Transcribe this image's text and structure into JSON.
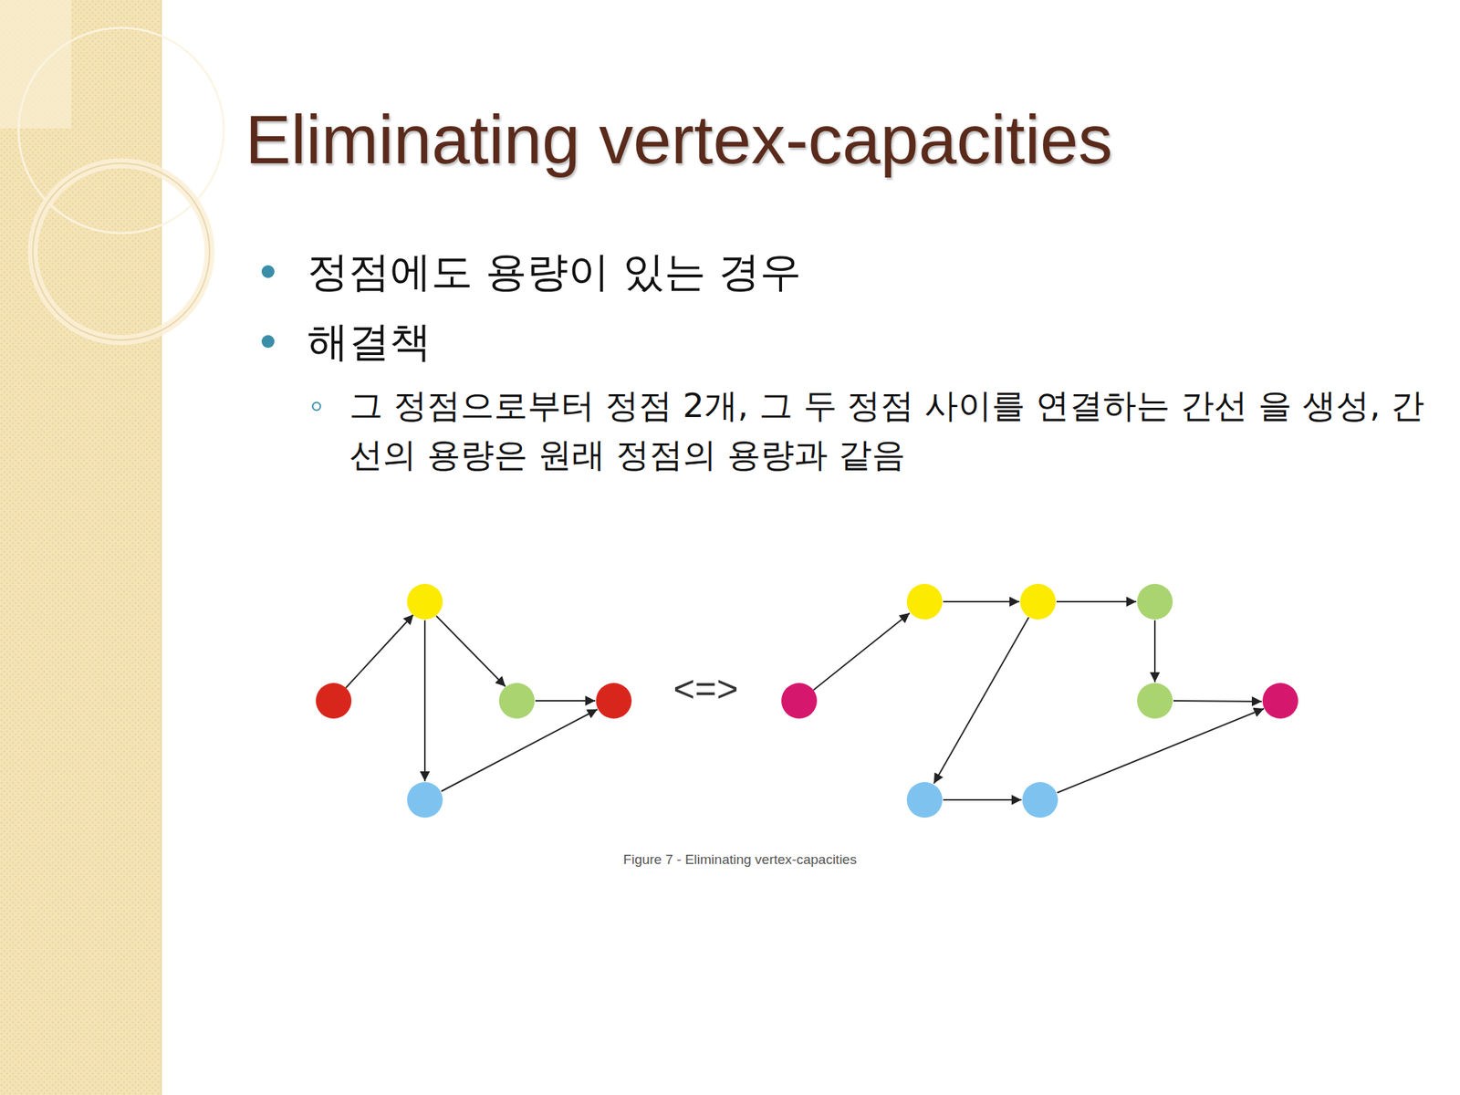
{
  "diagram": {
    "title": "Eliminating vertex-capacities",
    "caption": "Figure 7 - Eliminating vertex-capacities",
    "labels": [
      "정점에도 용량이 있는 경우",
      "해결책",
      "그 정점으로부터 정점 2개, 그 두 정점 사이를 연결하는 간선 을 생성, 간선의 용량은 원래 정점의 용량과 같음",
      "<=>"
    ]
  }
}
